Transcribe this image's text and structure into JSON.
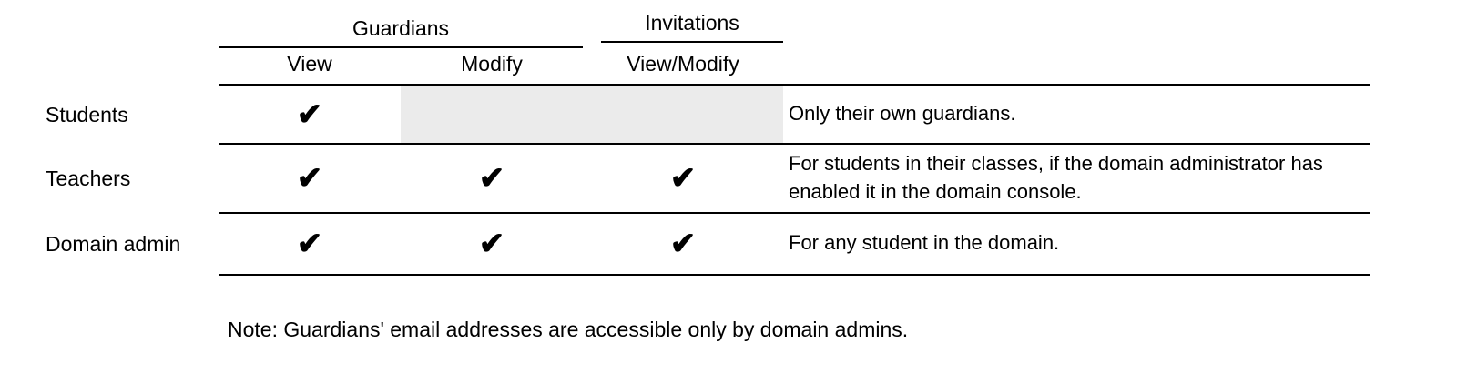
{
  "table": {
    "group_headers": {
      "guardians": "Guardians",
      "invitations": "Invitations"
    },
    "column_headers": {
      "view": "View",
      "modify": "Modify",
      "view_modify": "View/Modify"
    },
    "rows": [
      {
        "label": "Students",
        "view": "✔",
        "modify": "",
        "view_modify": "",
        "note": "Only their own guardians."
      },
      {
        "label": "Teachers",
        "view": "✔",
        "modify": "✔",
        "view_modify": "✔",
        "note": "For students in their classes, if the domain administrator has enabled it in the domain console."
      },
      {
        "label": "Domain admin",
        "view": "✔",
        "modify": "✔",
        "view_modify": "✔",
        "note": "For any student in the domain."
      }
    ]
  },
  "footnote": "Note: Guardians' email addresses are accessible only by domain admins.",
  "colors": {
    "shaded_cell": "#ebebeb",
    "line": "#000000",
    "text": "#000000",
    "background": "#ffffff"
  }
}
